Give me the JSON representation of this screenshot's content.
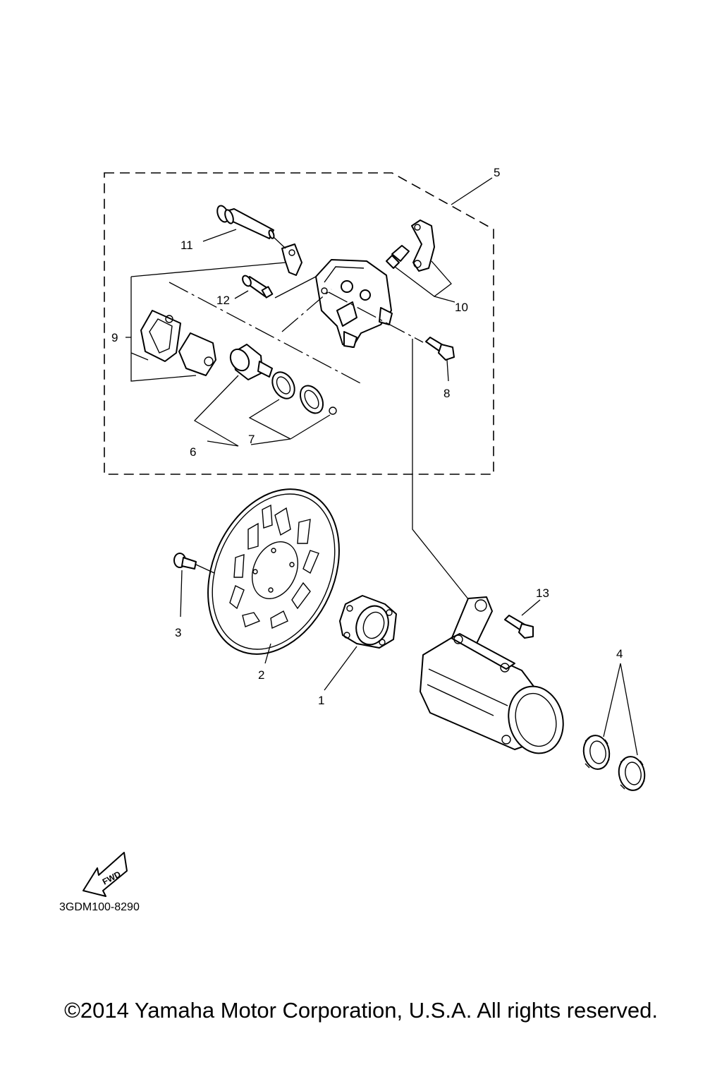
{
  "diagram": {
    "callouts": {
      "c1": "1",
      "c2": "2",
      "c3": "3",
      "c4": "4",
      "c5": "5",
      "c6": "6",
      "c7": "7",
      "c8": "8",
      "c9": "9",
      "c10": "10",
      "c11": "11",
      "c12": "12",
      "c13": "13"
    },
    "fwd_label": "FWD",
    "diagram_code": "3GDM100-8290",
    "copyright": "©2014 Yamaha Motor Corporation, U.S.A. All rights reserved."
  }
}
